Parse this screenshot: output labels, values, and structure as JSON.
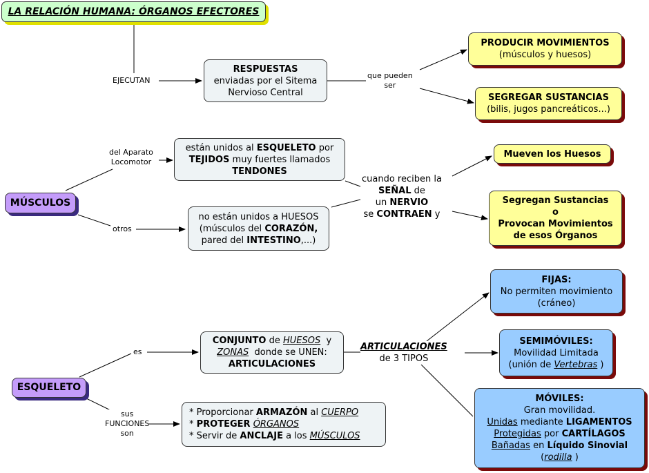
{
  "title": "LA RELACIÓN HUMANA: ÓRGANOS EFECTORES",
  "colors": {
    "title_fill": "#ccffcc",
    "concept_fill": "#eef3f5",
    "result_fill": "#ffff99",
    "joint_fill": "#99ccff",
    "root_fill": "#c49cfa",
    "shadow_dark_red": "#7a0a0a"
  },
  "nodes": {
    "respuestas": {
      "line1": "RESPUESTAS",
      "line2": "enviadas por el Sitema",
      "line3": "Nervioso Central"
    },
    "producir": {
      "line1": "PRODUCIR MOVIMIENTOS",
      "line2": "(músculos y huesos)"
    },
    "segregar": {
      "line1": "SEGREGAR SUSTANCIAS",
      "line2": "(bilis, jugos pancreáticos...)"
    },
    "musculos": {
      "label": "MÚSCULOS"
    },
    "unidos": {
      "t1": "están unidos al ",
      "b1": "ESQUELETO",
      "t2": " por",
      "b2": "TEJIDOS",
      "t3": " muy fuertes llamados",
      "b3": "TENDONES"
    },
    "no_unidos": {
      "t1": "no están unidos a HUESOS",
      "t2": "(músculos del ",
      "b1": "CORAZÓN,",
      "t3": "pared del ",
      "b2": "INTESTINO",
      "t4": ",...)"
    },
    "mueven": {
      "label": "Mueven los Huesos"
    },
    "segregan": {
      "line1": "Segregan Sustancias",
      "line2": "o",
      "line3": "Provocan Movimientos",
      "line4": "de esos Órganos"
    },
    "esqueleto": {
      "label": "ESQUELETO"
    },
    "conjunto": {
      "b1": "CONJUNTO",
      "t1": " de ",
      "u1": "HUESOS",
      "t2": "  y",
      "u2": "ZONAS",
      "t3": "  donde se UNEN:",
      "b2": "ARTICULACIONES"
    },
    "funciones": {
      "l1a": "* Proporcionar ",
      "l1b": "ARMAZÓN",
      "l1c": " al ",
      "l1d": "CUERPO",
      "l2a": "* ",
      "l2b": "PROTEGER",
      "l2c": " ",
      "l2d": "ÓRGANOS",
      "l3a": "* Servir de ",
      "l3b": "ANCLAJE",
      "l3c": " a los ",
      "l3d": "MÚSCULOS"
    },
    "fijas": {
      "line1": "FIJAS:",
      "line2": "No permiten movimiento",
      "line3": "(cráneo)"
    },
    "semimoviles": {
      "line1": "SEMIMÓVILES:",
      "line2": "Movilidad Limitada",
      "t1": "(unión de ",
      "u1": "Vertebras",
      "t2": " )"
    },
    "moviles": {
      "line1": "MÓVILES:",
      "line2": "Gran movilidad.",
      "u1": "Unidas",
      "t1": " mediante ",
      "b1": "LIGAMENTOS",
      "u2": "Protegidas",
      "t2": " por ",
      "b2": "CARTÍLAGOS",
      "u3": "Bañadas",
      "t3": " en ",
      "b3": "Líquido Sinovial",
      "t4": "(",
      "u4": "rodilla",
      "t5": " )"
    }
  },
  "links": {
    "ejecutan": "EJECUTAN",
    "que_pueden_1": "que pueden",
    "que_pueden_2": "ser",
    "aparato_1": "del Aparato",
    "aparato_2": "Locomotor",
    "otros": "otros",
    "cuando_1": "cuando reciben la",
    "cuando_2b": "SEÑAL",
    "cuando_2t": " de",
    "cuando_3t": "un ",
    "cuando_3b": "NERVIO",
    "cuando_4t": "se ",
    "cuando_4b": "CONTRAEN",
    "cuando_4e": " y",
    "es": "es",
    "sus_1": "sus",
    "sus_2": "FUNCIONES",
    "sus_3": "son",
    "art_title": "ARTICULACIONES",
    "art_sub": "de 3 TIPOS"
  }
}
